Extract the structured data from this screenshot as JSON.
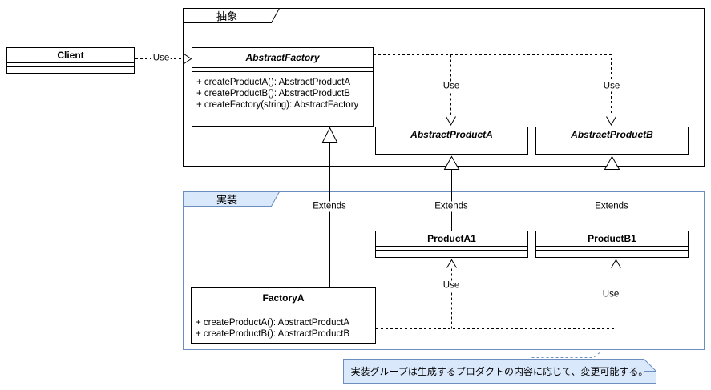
{
  "frames": {
    "abstract": {
      "label": "抽象"
    },
    "implementation": {
      "label": "実装"
    }
  },
  "classes": {
    "client": {
      "name": "Client"
    },
    "abstract_factory": {
      "name": "AbstractFactory",
      "methods": [
        "+ createProductA(): AbstractProductA",
        "+ createProductB(): AbstractProductB",
        "+ createFactory(string): AbstractFactory"
      ]
    },
    "abstract_product_a": {
      "name": "AbstractProductA"
    },
    "abstract_product_b": {
      "name": "AbstractProductB"
    },
    "product_a1": {
      "name": "ProductA1"
    },
    "product_b1": {
      "name": "ProductB1"
    },
    "factory_a": {
      "name": "FactoryA",
      "methods": [
        "+ createProductA(): AbstractProductA",
        "+ createProductB(): AbstractProductB"
      ]
    }
  },
  "edges": {
    "client_use": {
      "label": "Use"
    },
    "factory_use_product_a": {
      "label": "Use"
    },
    "factory_use_product_b": {
      "label": "Use"
    },
    "factory_a_extends": {
      "label": "Extends"
    },
    "product_a1_extends": {
      "label": "Extends"
    },
    "product_b1_extends": {
      "label": "Extends"
    },
    "factory_a_use_a1": {
      "label": "Use"
    },
    "factory_a_use_b1": {
      "label": "Use"
    }
  },
  "note": {
    "text": "実装グループは生成するプロダクトの内容に応じて、変更可能する。"
  },
  "colors": {
    "line": "#000000",
    "background": "#ffffff",
    "implementation_frame_border": "#6c8ebf",
    "implementation_tab_fill": "#dae8fc",
    "note_border": "#6c8ebf",
    "note_fill": "#dae8fc"
  }
}
